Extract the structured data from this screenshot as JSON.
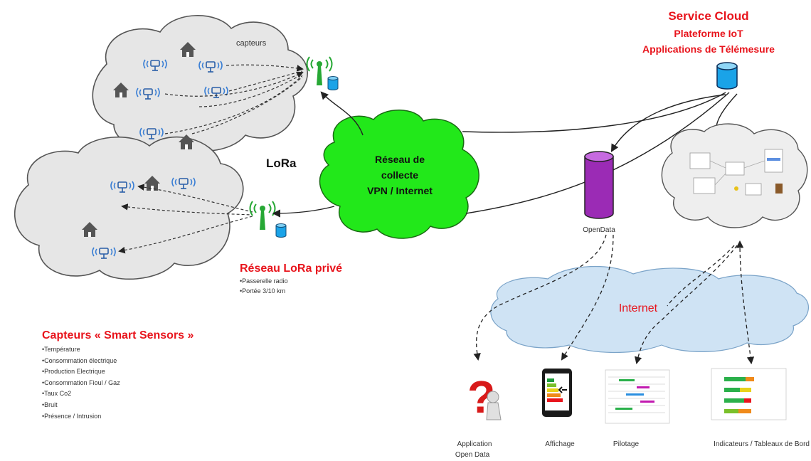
{
  "colors": {
    "accent_red": "#e8141c",
    "collect_network_green": "#22e81a",
    "cloud_gray": "#e6e6e6",
    "internet_blue": "#cfe3f4",
    "opendata_purple": "#9b2bb5",
    "db_blue": "#1aa3e8",
    "antenna_green": "#27a835"
  },
  "service_cloud": {
    "title": "Service Cloud",
    "line1": "Plateforme IoT",
    "line2": "Applications de Télémesure"
  },
  "sensor_cloud_top": {
    "label": "capteurs"
  },
  "lora_logo": "LoRa",
  "collect_network": {
    "line1": "Réseau de",
    "line2": "collecte",
    "line3": "VPN / Internet"
  },
  "opendata": {
    "label": "OpenData"
  },
  "internet": {
    "label": "Internet"
  },
  "lora_private": {
    "title": "Réseau LoRa privé",
    "items": [
      "•Passerelle radio",
      "•Portée 3/10 km"
    ]
  },
  "smart_sensors": {
    "title": "Capteurs « Smart Sensors »",
    "items": [
      "•Température",
      "•Consommation électrique",
      "•Production Electrique",
      "•Consommation Fioul / Gaz",
      "•Taux Co2",
      "•Bruit",
      "•Présence / Intrusion"
    ]
  },
  "applications": {
    "app_open_data_line1": "Application",
    "app_open_data_line2": "Open Data",
    "affichage": "Affichage",
    "pilotage": "Pilotage",
    "indicateurs": "Indicateurs / Tableaux de Bord"
  },
  "icons": [
    "house-icon",
    "wireless-sensor-icon",
    "antenna-icon",
    "database-icon",
    "question-mark-icon",
    "tablet-icon"
  ]
}
